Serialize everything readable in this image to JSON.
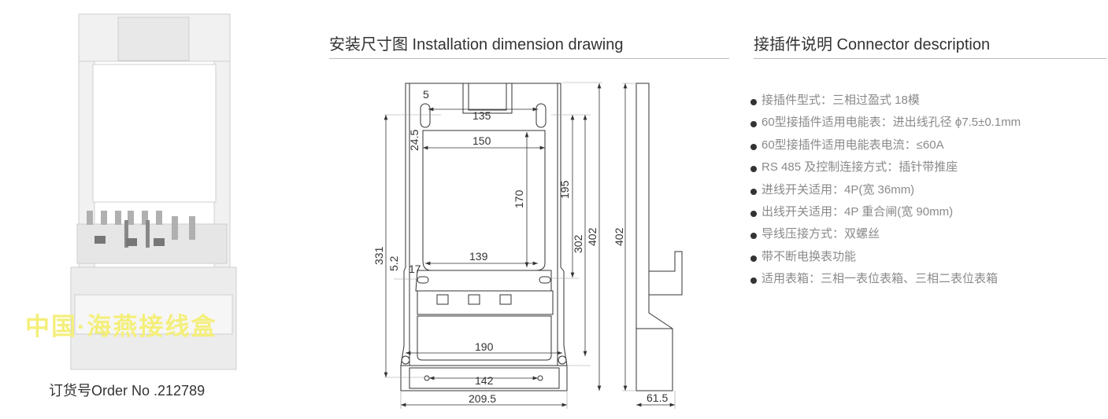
{
  "product": {
    "order_caption": "订货号Order No .212789",
    "watermark": "中国·海燕接线盒"
  },
  "drawing": {
    "heading": "安装尺寸图 Installation dimension drawing",
    "dimensions": {
      "d5": "5",
      "d135": "135",
      "d24_5": "24.5",
      "d150": "150",
      "d170": "170",
      "d195": "195",
      "d302": "302",
      "d402": "402",
      "d331": "331",
      "d5_2": "5.2",
      "d17": "17",
      "d139": "139",
      "d190": "190",
      "d142": "142",
      "d209_5": "209.5",
      "side_402": "402",
      "side_61_5": "61.5"
    }
  },
  "description": {
    "heading": "接插件说明 Connector description",
    "items": [
      "接插件型式：三相过盈式  18模",
      "60型接插件适用电能表：进出线孔径 ϕ7.5±0.1mm",
      "60型接插件适用电能表电流：≤60A",
      "RS 485 及控制连接方式：插针带推座",
      "进线开关适用：4P(宽 36mm)",
      "出线开关适用：4P 重合闸(宽 90mm)",
      "导线压接方式：双螺丝",
      "带不断电换表功能",
      "适用表箱：三相一表位表箱、三相二表位表箱"
    ]
  },
  "colors": {
    "line": "#333333",
    "text_gray": "#8a8a8a",
    "watermark": "#f4ef7a"
  }
}
